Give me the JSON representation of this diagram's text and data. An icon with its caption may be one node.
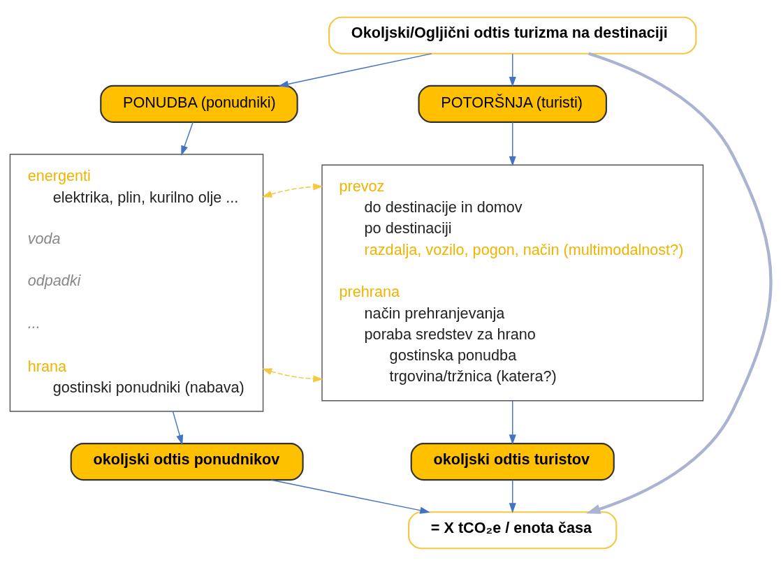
{
  "diagram": {
    "nodes": [
      {
        "text": [
          "Okoljski/Ogljični odtis turizma na destinaciji"
        ]
      },
      {
        "text": [
          "PONUDBA (ponudniki)"
        ]
      },
      {
        "text": [
          "POTORŠNJA (turisti)"
        ]
      },
      {
        "text": [
          "energenti",
          "elektrika, plin, kurilno olje ...",
          "voda",
          "odpadki",
          "...",
          "hrana",
          "gostinski ponudniki (nabava)"
        ]
      },
      {
        "text": [
          "prevoz",
          "do destinacije in domov",
          "po destinaciji",
          "razdalja, vozilo, pogon, način (multimodalnost?)",
          "prehrana",
          "način prehranjevanja",
          "poraba sredstev za hrano",
          "gostinska ponudba",
          "trgovina/tržnica (katera?)"
        ]
      },
      {
        "text": [
          "okoljski odtis ponudnikov"
        ]
      },
      {
        "text": [
          "okoljski odtis turistov"
        ]
      },
      {
        "text": [
          "= X tCO₂e / enota časa"
        ]
      }
    ],
    "edges": [
      {
        "from": 0,
        "to": 1,
        "arrow": "to"
      },
      {
        "from": 0,
        "to": 2,
        "arrow": "to"
      },
      {
        "from": 0,
        "to": 7,
        "arrow": "to",
        "style": "thick",
        "color": "#aab4d0"
      },
      {
        "from": 1,
        "to": 3,
        "arrow": "to"
      },
      {
        "from": 2,
        "to": 4,
        "arrow": "to"
      },
      {
        "from": 3,
        "to": 4,
        "arrow": "both",
        "style": "dashed",
        "color": "#f5c842"
      },
      {
        "from": 3,
        "to": 4,
        "arrow": "both",
        "style": "dashed",
        "color": "#f5c842"
      },
      {
        "from": 3,
        "to": 5,
        "arrow": "to"
      },
      {
        "from": 4,
        "to": 6,
        "arrow": "to"
      },
      {
        "from": 5,
        "to": 7,
        "arrow": "to"
      },
      {
        "from": 6,
        "to": 7,
        "arrow": "to"
      }
    ]
  }
}
